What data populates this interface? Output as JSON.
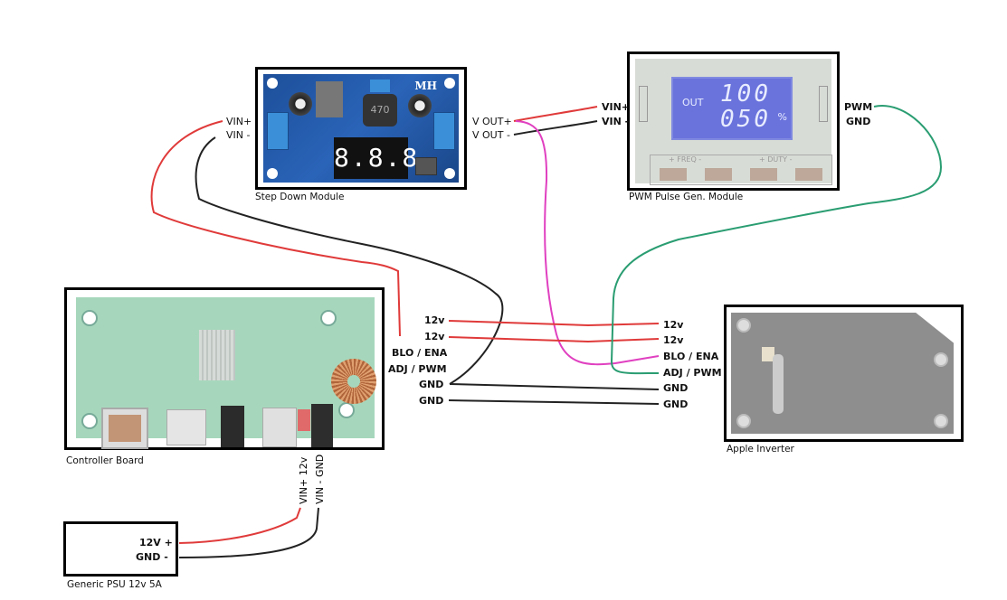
{
  "modules": {
    "step_down": {
      "caption": "Step Down Module",
      "brand": "MH",
      "inductor_marking": "470",
      "display": "8.8.8.",
      "left_pins": [
        "VIN+",
        "VIN -"
      ],
      "right_pins": [
        "V OUT+",
        "V OUT -"
      ]
    },
    "pwm": {
      "caption": "PWM Pulse Gen. Module",
      "lcd_label": "OUT",
      "lcd_value1": "100",
      "lcd_value2": "050",
      "lcd_unit": "%",
      "freq_label": "+ FREQ -",
      "duty_label": "+ DUTY -",
      "left_pins": [
        "VIN+",
        "VIN -"
      ],
      "right_pins": [
        "PWM",
        "GND"
      ]
    },
    "controller": {
      "caption": "Controller Board",
      "pins": [
        "12v",
        "12v",
        "BLO / ENA",
        "ADJ / PWM",
        "GND",
        "GND"
      ],
      "power_pins": [
        "VIN+  12v",
        "VIN - GND"
      ]
    },
    "inverter": {
      "caption": "Apple Inverter",
      "pins": [
        "12v",
        "12v",
        "BLO / ENA",
        "ADJ / PWM",
        "GND",
        "GND"
      ]
    },
    "psu": {
      "caption": "Generic PSU 12v 5A",
      "pins": [
        "12V +",
        "GND  -"
      ]
    }
  },
  "wire_colors": {
    "positive": "#e03a3a",
    "ground": "#222222",
    "enable": "#e040c0",
    "pwm": "#2a9d72"
  }
}
